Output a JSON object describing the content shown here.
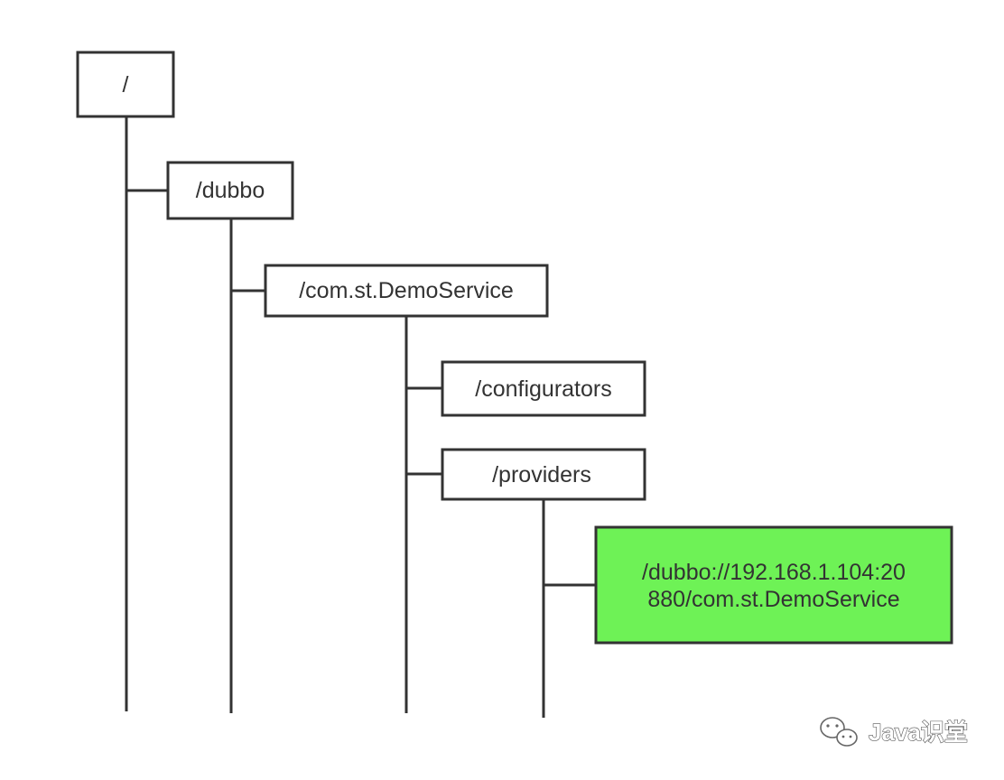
{
  "tree": {
    "root": {
      "label": "/"
    },
    "dubbo": {
      "label": "/dubbo"
    },
    "service": {
      "label": "/com.st.DemoService"
    },
    "configurators": {
      "label": "/configurators"
    },
    "providers": {
      "label": "/providers"
    },
    "provider_url": {
      "line1": "/dubbo://192.168.1.104:20",
      "line2": "880/com.st.DemoService"
    }
  },
  "colors": {
    "line": "#333333",
    "highlight": "#6ef256"
  },
  "watermark": {
    "text": "Java识堂",
    "icon": "wechat-icon"
  }
}
